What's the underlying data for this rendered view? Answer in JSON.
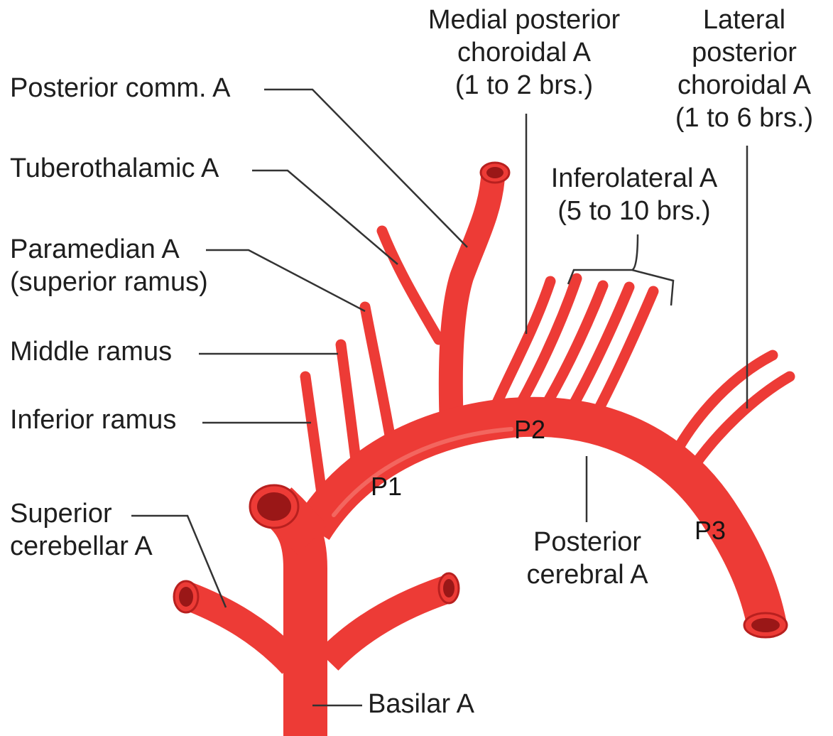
{
  "labels": {
    "posterior_comm": "Posterior comm. A",
    "tuberothalamic": "Tuberothalamic A",
    "paramedian": [
      "Paramedian A",
      "(superior ramus)"
    ],
    "middle_ramus": "Middle ramus",
    "inferior_ramus": "Inferior ramus",
    "superior_cerebellar": [
      "Superior",
      "cerebellar A"
    ],
    "basilar": "Basilar A",
    "medial_posterior_choroidal": [
      "Medial posterior",
      "choroidal A",
      "(1 to 2 brs.)"
    ],
    "lateral_posterior_choroidal": [
      "Lateral",
      "posterior",
      "choroidal A",
      "(1 to 6 brs.)"
    ],
    "inferolateral": [
      "Inferolateral A",
      "(5 to 10 brs.)"
    ],
    "posterior_cerebral": [
      "Posterior",
      "cerebral A"
    ]
  },
  "segments": {
    "p1": "P1",
    "p2": "P2",
    "p3": "P3"
  },
  "colors": {
    "artery": "#ed3b36",
    "artery_dark": "#b8201f",
    "artery_highlight": "#f78a82",
    "lumen": "#9a1717",
    "leader": "#333333",
    "text": "#1e1e1e"
  }
}
